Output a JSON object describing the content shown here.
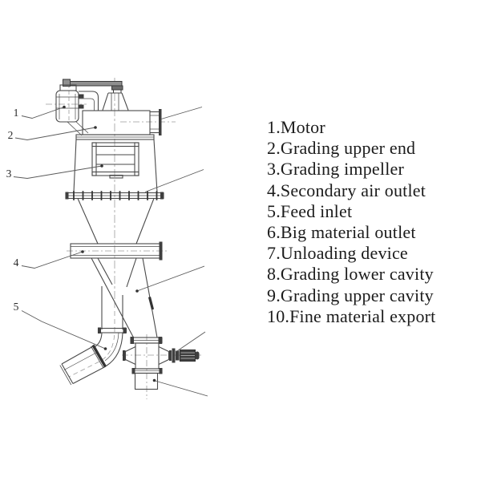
{
  "figure": {
    "kind": "machine-structure-line-drawing",
    "background": "#ffffff"
  },
  "colors": {
    "line": "#4a4a4a",
    "dark_fill": "#3f3f3f",
    "bar_fill": "#8f8f8f",
    "centerline": "#9b9b9b",
    "leader": "#5a5a5a",
    "text": "#1b1b1b"
  },
  "callouts": {
    "labels": [
      "1",
      "2",
      "3",
      "4",
      "5"
    ]
  },
  "legend": {
    "items": [
      {
        "number": "1",
        "name": "Motor",
        "text": "1.Motor"
      },
      {
        "number": "2",
        "name": "Grading upper end",
        "text": "2.Grading upper end"
      },
      {
        "number": "3",
        "name": "Grading impeller",
        "text": "3.Grading impeller"
      },
      {
        "number": "4",
        "name": "Secondary air outlet",
        "text": "4.Secondary air outlet"
      },
      {
        "number": "5",
        "name": "Feed inlet",
        "text": "5.Feed inlet"
      },
      {
        "number": "6",
        "name": "Big material outlet",
        "text": "6.Big material outlet"
      },
      {
        "number": "7",
        "name": "Unloading device",
        "text": "7.Unloading device"
      },
      {
        "number": "8",
        "name": "Grading lower cavity",
        "text": "8.Grading lower cavity"
      },
      {
        "number": "9",
        "name": "Grading upper cavity",
        "text": "9.Grading upper cavity"
      },
      {
        "number": "10",
        "name": "Fine material export",
        "text": "10.Fine material export"
      }
    ]
  }
}
